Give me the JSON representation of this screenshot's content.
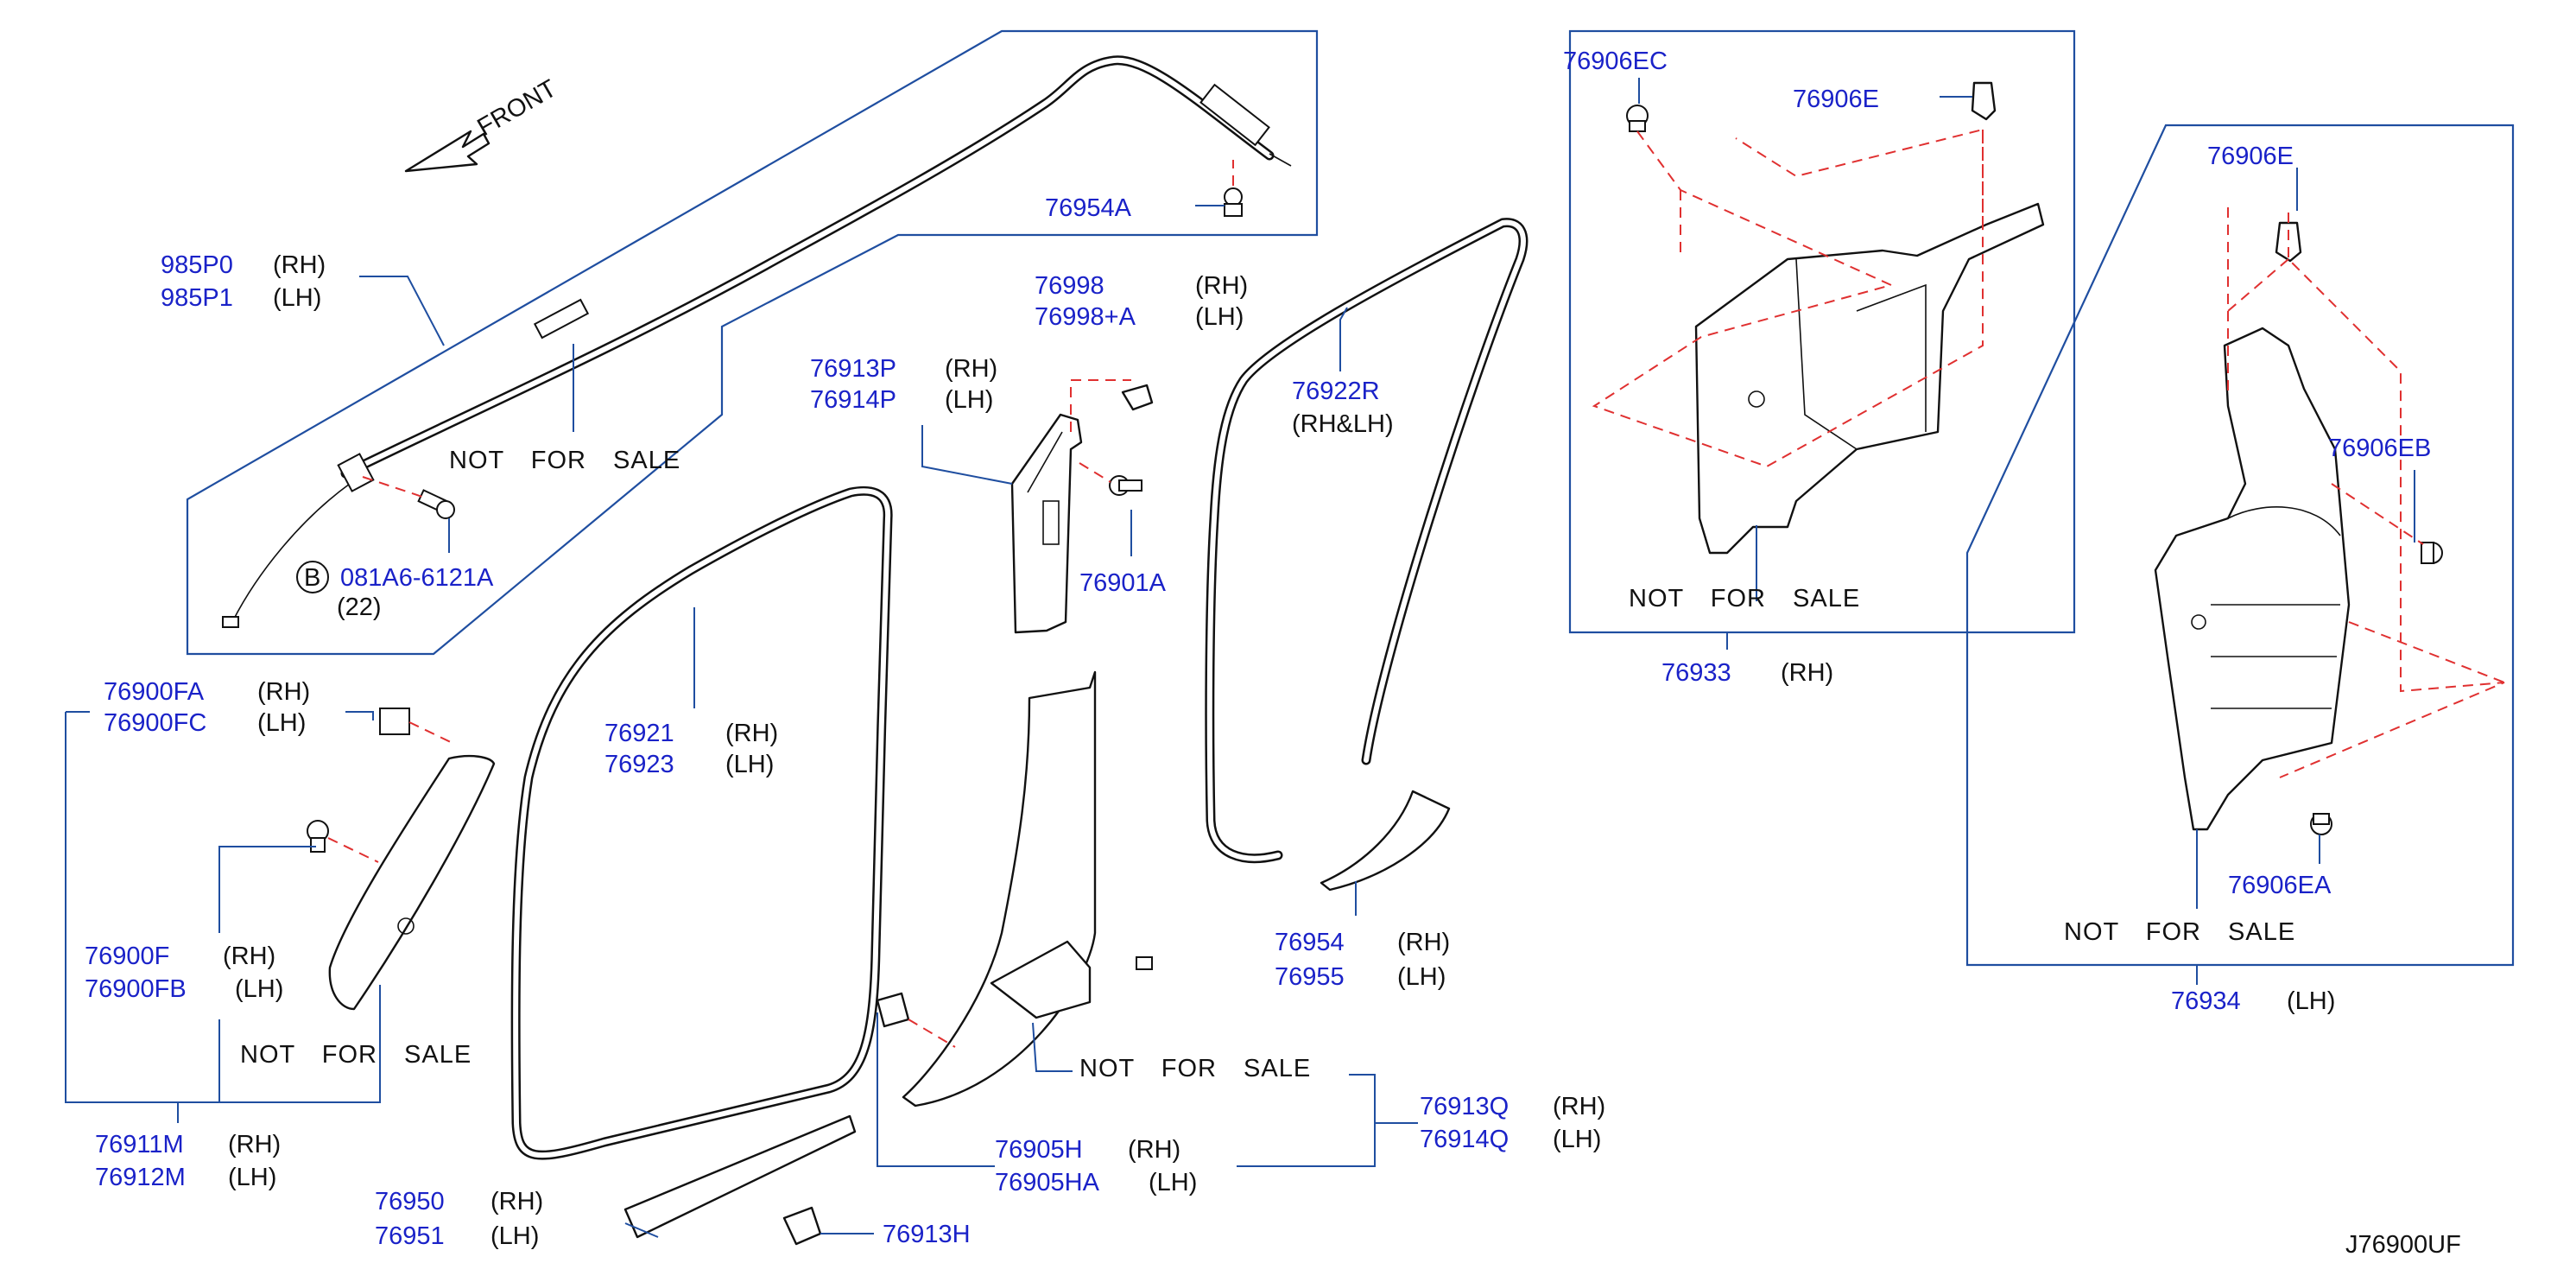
{
  "diagram": {
    "front_arrow_label": "FRONT",
    "footer_code": "J76900UF",
    "not_for_sale": "NOT FOR SALE",
    "parts": {
      "p985P0": "985P0",
      "p985P0_side": "(RH)",
      "p985P1": "985P1",
      "p985P1_side": "(LH)",
      "p76954A": "76954A",
      "b_mark": "B",
      "p081A6": "081A6-6121A",
      "p081A6_qty": "(22)",
      "p76998": "76998",
      "p76998_side": "(RH)",
      "p76998A": "76998+A",
      "p76998A_side": "(LH)",
      "p76913P": "76913P",
      "p76913P_side": "(RH)",
      "p76914P": "76914P",
      "p76914P_side": "(LH)",
      "p76901A": "76901A",
      "p76922R": "76922R",
      "p76922R_side": "(RH&LH)",
      "p76906EC": "76906EC",
      "p76906E_a": "76906E",
      "p76933": "76933",
      "p76933_side": "(RH)",
      "p76906E_b": "76906E",
      "p76906EB": "76906EB",
      "p76906EA": "76906EA",
      "p76934": "76934",
      "p76934_side": "(LH)",
      "p76900FA": "76900FA",
      "p76900FA_side": "(RH)",
      "p76900FC": "76900FC",
      "p76900FC_side": "(LH)",
      "p76900F": "76900F",
      "p76900F_side": "(RH)",
      "p76900FB": "76900FB",
      "p76900FB_side": "(LH)",
      "p76911M": "76911M",
      "p76911M_side": "(RH)",
      "p76912M": "76912M",
      "p76912M_side": "(LH)",
      "p76921": "76921",
      "p76921_side": "(RH)",
      "p76923": "76923",
      "p76923_side": "(LH)",
      "p76950": "76950",
      "p76950_side": "(RH)",
      "p76951": "76951",
      "p76951_side": "(LH)",
      "p76913H": "76913H",
      "p76905H": "76905H",
      "p76905H_side": "(RH)",
      "p76905HA": "76905HA",
      "p76905HA_side": "(LH)",
      "p76913Q": "76913Q",
      "p76913Q_side": "(RH)",
      "p76914Q": "76914Q",
      "p76914Q_side": "(LH)",
      "p76954": "76954",
      "p76954_side": "(RH)",
      "p76955": "76955",
      "p76955_side": "(LH)"
    },
    "colors": {
      "part_number": "#1a22c8",
      "leader_line": "#1f4ea0",
      "assembly_dash": "#e03030",
      "drawing": "#111111"
    }
  }
}
